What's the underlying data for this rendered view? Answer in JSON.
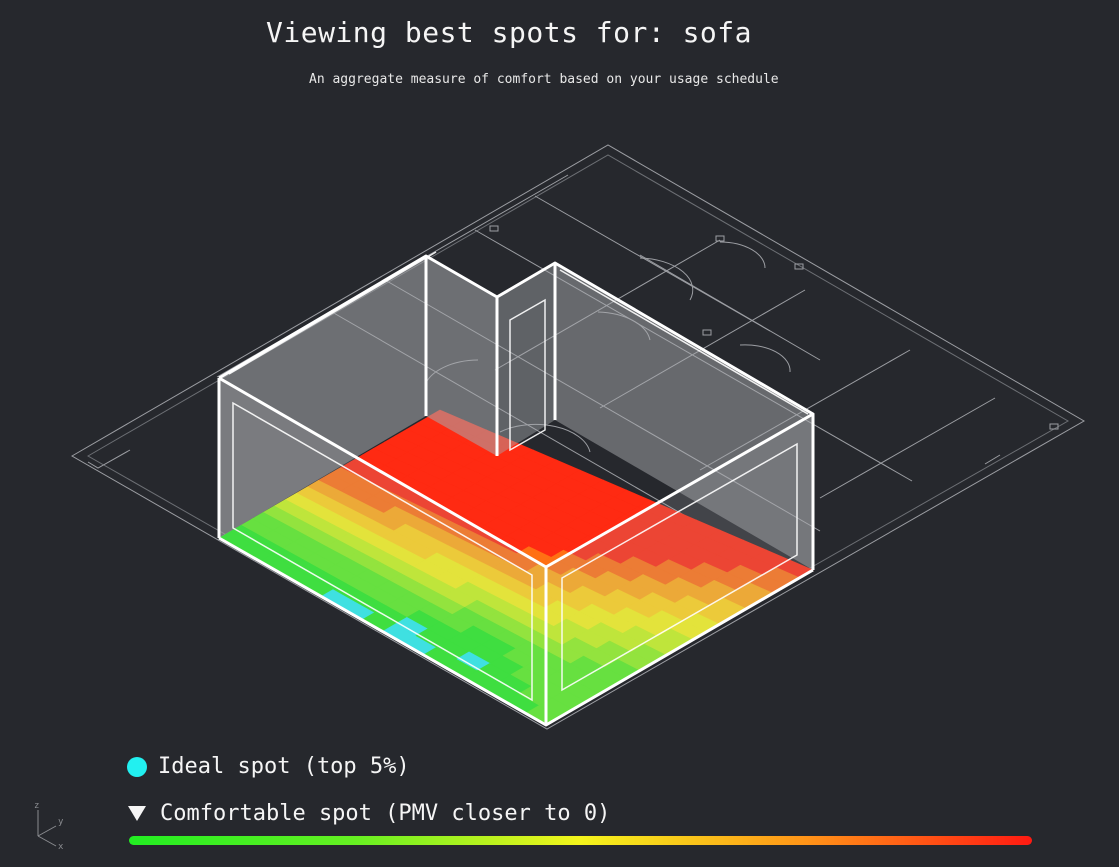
{
  "header": {
    "title": "Viewing best spots for: sofa",
    "subtitle": "An aggregate measure of comfort based on your usage schedule"
  },
  "legend": {
    "ideal_label": "Ideal spot (top 5%)",
    "ideal_icon": "circle-icon",
    "comfortable_label": "Comfortable spot (PMV closer to 0)",
    "comfortable_icon": "triangle-down-icon",
    "gradient_low_color": "#22ee22",
    "gradient_mid_color": "#f4f41c",
    "gradient_high_color": "#ff1a12"
  },
  "colors": {
    "background": "#26282d",
    "ideal": "#22f0f0",
    "walls_stroke": "#ffffff",
    "walls_fill": "#a7a9ad",
    "floorplan_lines": "#a9abb0"
  },
  "axis_gizmo": {
    "z": "z",
    "y": "y",
    "x": "x"
  },
  "heatmap": {
    "grid": [
      [
        9,
        9,
        9,
        9,
        9,
        9,
        9,
        9,
        9,
        9,
        9,
        9,
        9,
        9,
        9,
        9
      ],
      [
        9,
        9,
        9,
        9,
        9,
        9,
        9,
        9,
        9,
        9,
        9,
        9,
        9,
        9,
        9,
        8
      ],
      [
        9,
        9,
        9,
        9,
        9,
        9,
        9,
        9,
        9,
        9,
        9,
        9,
        9,
        9,
        8,
        8
      ],
      [
        9,
        9,
        9,
        9,
        9,
        9,
        9,
        9,
        9,
        9,
        9,
        9,
        9,
        8,
        8,
        7
      ],
      [
        9,
        9,
        9,
        9,
        9,
        9,
        9,
        9,
        9,
        9,
        9,
        9,
        8,
        8,
        7,
        7
      ],
      [
        9,
        9,
        9,
        9,
        9,
        9,
        9,
        9,
        9,
        9,
        9,
        8,
        8,
        7,
        7,
        6
      ],
      [
        9,
        9,
        9,
        9,
        9,
        9,
        9,
        9,
        9,
        9,
        8,
        8,
        7,
        7,
        6,
        6
      ],
      [
        9,
        9,
        9,
        9,
        9,
        9,
        9,
        9,
        9,
        8,
        8,
        7,
        7,
        6,
        6,
        5
      ],
      [
        9,
        9,
        9,
        9,
        9,
        9,
        9,
        9,
        8,
        8,
        7,
        7,
        6,
        6,
        5,
        5
      ],
      [
        8,
        8,
        8,
        8,
        8,
        8,
        8,
        8,
        8,
        7,
        7,
        6,
        6,
        5,
        5,
        4
      ],
      [
        8,
        8,
        8,
        7,
        7,
        7,
        7,
        7,
        7,
        7,
        6,
        6,
        5,
        5,
        4,
        4
      ],
      [
        7,
        7,
        7,
        7,
        6,
        6,
        6,
        6,
        6,
        6,
        6,
        5,
        5,
        4,
        4,
        3
      ],
      [
        6,
        6,
        6,
        6,
        6,
        6,
        5,
        5,
        5,
        5,
        5,
        5,
        4,
        4,
        3,
        3
      ],
      [
        5,
        5,
        5,
        5,
        5,
        5,
        5,
        5,
        4,
        4,
        4,
        4,
        4,
        3,
        3,
        2
      ],
      [
        4,
        4,
        4,
        4,
        4,
        4,
        4,
        4,
        4,
        3,
        3,
        3,
        3,
        3,
        2,
        2
      ],
      [
        3,
        3,
        3,
        3,
        3,
        3,
        3,
        3,
        3,
        2,
        2,
        2,
        2,
        2,
        2,
        2
      ],
      [
        2,
        2,
        2,
        2,
        2,
        2,
        2,
        2,
        2,
        2,
        1,
        1,
        2,
        2,
        2,
        2
      ],
      [
        2,
        2,
        2,
        2,
        2,
        2,
        2,
        2,
        1,
        1,
        1,
        1,
        1,
        2,
        2,
        2
      ],
      [
        1,
        1,
        1,
        1,
        1,
        1,
        1,
        1,
        0,
        1,
        1,
        0,
        1,
        1,
        2,
        2
      ],
      [
        1,
        1,
        1,
        1,
        1,
        0,
        0,
        1,
        0,
        0,
        1,
        1,
        1,
        1,
        1,
        2
      ]
    ],
    "palette": [
      "#22f0f0",
      "#22ee22",
      "#55f022",
      "#8ef41f",
      "#c6f71c",
      "#f4f41c",
      "#ffd41a",
      "#ffaa18",
      "#ff7014",
      "#ff2a12"
    ]
  }
}
